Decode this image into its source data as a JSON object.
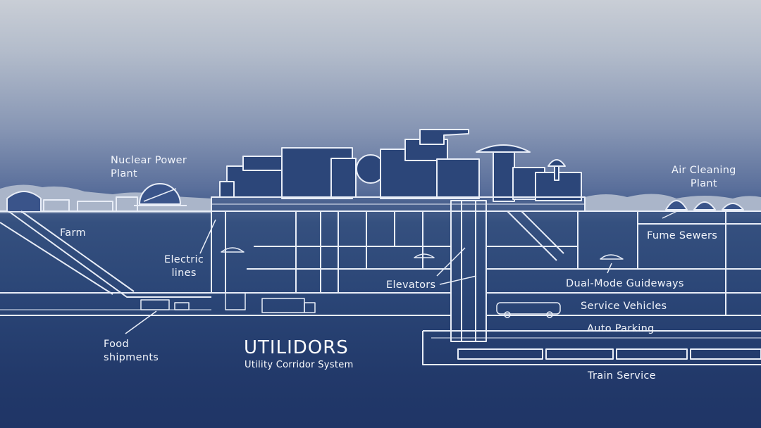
{
  "diagram": {
    "title": "UTILIDORS",
    "subtitle": "Utility Corridor System",
    "labels": {
      "nuclear_power_plant": [
        "Nuclear Power",
        "Plant"
      ],
      "air_cleaning_plant": [
        "Air Cleaning",
        "Plant"
      ],
      "farm": "Farm",
      "electric_lines": [
        "Electric",
        "lines"
      ],
      "elevators": "Elevators",
      "fume_sewers": "Fume Sewers",
      "dual_mode_guideways": "Dual-Mode Guideways",
      "service_vehicles": "Service Vehicles",
      "auto_parking": "Auto Parking",
      "train_service": "Train Service",
      "food_shipments": [
        "Food",
        "shipments"
      ]
    }
  },
  "colors": {
    "sky_top": "#c9ced6",
    "ground": "#22396a",
    "line": "#e8edf7"
  }
}
